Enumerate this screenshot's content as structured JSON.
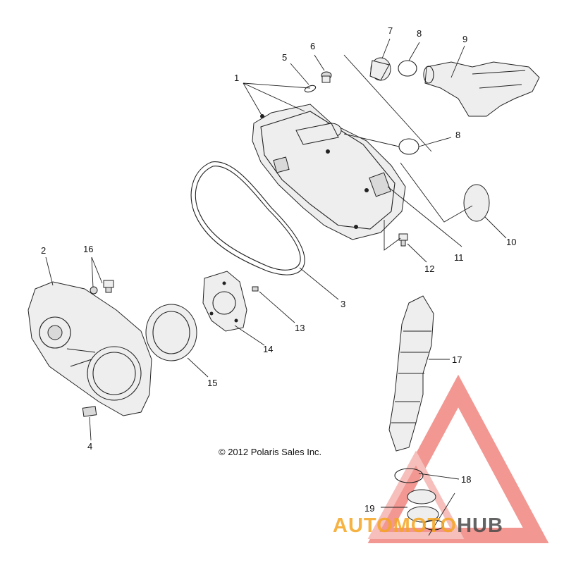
{
  "callouts": {
    "c1": "1",
    "c2": "2",
    "c3": "3",
    "c4": "4",
    "c5": "5",
    "c6": "6",
    "c7": "7",
    "c8a": "8",
    "c8b": "8",
    "c9": "9",
    "c10": "10",
    "c11": "11",
    "c12": "12",
    "c13": "13",
    "c14": "14",
    "c15": "15",
    "c16": "16",
    "c17": "17",
    "c18": "18",
    "c19": "19"
  },
  "copyright": "© 2012 Polaris Sales Inc.",
  "watermark": {
    "part1": "AUTO",
    "part2": "MOTO",
    "part3": "HUB",
    "color_orange": "#f5a623",
    "color_red": "#e8433a",
    "color_gray": "#4a4a4a"
  }
}
